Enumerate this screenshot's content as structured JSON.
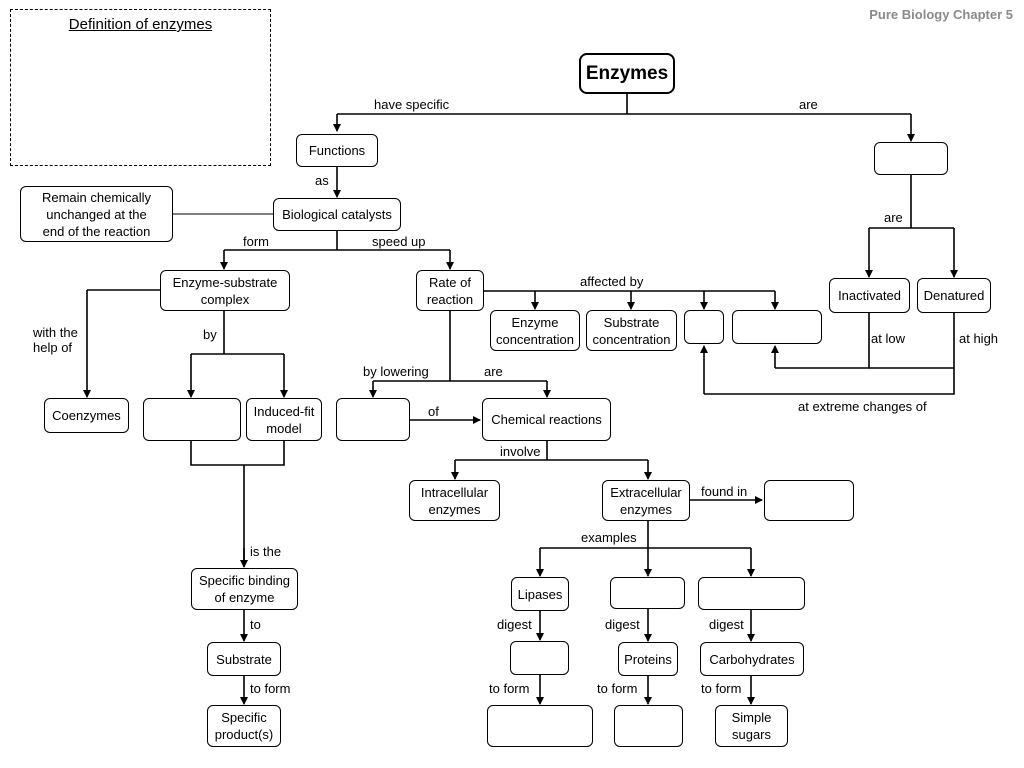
{
  "header": "Pure Biology Chapter 5",
  "definition_box": {
    "title": "Definition of enzymes",
    "body": ""
  },
  "nodes": {
    "enzymes": "Enzymes",
    "functions": "Functions",
    "are_blank": "",
    "biological_catalysts": "Biological catalysts",
    "remain_unchanged": "Remain chemically\nunchanged at the\nend of the reaction",
    "enzyme_substrate_complex": "Enzyme-substrate\ncomplex",
    "rate_of_reaction": "Rate of\nreaction",
    "enzyme_concentration": "Enzyme\nconcentration",
    "substrate_concentration": "Substrate\nconcentration",
    "factor_blank_1": "",
    "factor_blank_2": "",
    "inactivated": "Inactivated",
    "denatured": "Denatured",
    "coenzymes": "Coenzymes",
    "model_blank": "",
    "induced_fit_model": "Induced-fit\nmodel",
    "lowering_blank": "",
    "chemical_reactions": "Chemical reactions",
    "intracellular_enzymes": "Intracellular\nenzymes",
    "extracellular_enzymes": "Extracellular\nenzymes",
    "location_blank": "",
    "specific_binding": "Specific binding\nof enzyme",
    "substrate": "Substrate",
    "specific_products": "Specific\nproduct(s)",
    "lipases": "Lipases",
    "example_blank_2": "",
    "example_blank_3": "",
    "lipase_substrate_blank": "",
    "proteins": "Proteins",
    "carbohydrates": "Carbohydrates",
    "lipase_product_blank": "",
    "protein_product_blank": "",
    "simple_sugars": "Simple\nsugars"
  },
  "links": {
    "have_specific": "have specific",
    "are_top": "are",
    "as": "as",
    "are_right": "are",
    "form": "form",
    "speed_up": "speed up",
    "affected_by": "affected by",
    "with_the_help_of": "with the\nhelp of",
    "by": "by",
    "at_low": "at low",
    "at_high": "at high",
    "by_lowering": "by lowering",
    "are_middle": "are",
    "at_extreme_changes_of": "at extreme changes of",
    "of": "of",
    "involve": "involve",
    "found_in": "found in",
    "is_the": "is the",
    "examples": "examples",
    "to": "to",
    "digest_1": "digest",
    "digest_2": "digest",
    "digest_3": "digest",
    "to_form_1": "to form",
    "to_form_2": "to form",
    "to_form_3": "to form",
    "to_form_4": "to form"
  }
}
